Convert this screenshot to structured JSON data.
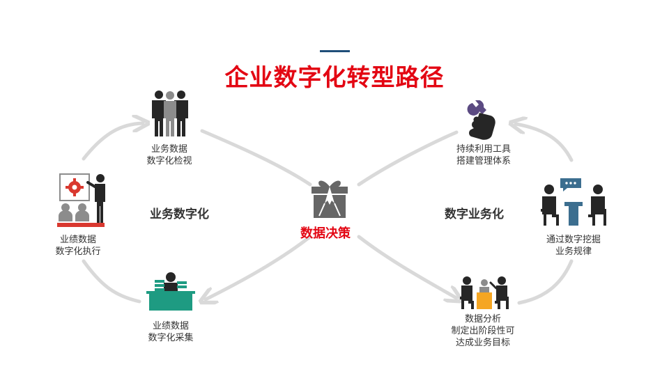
{
  "title": "企业数字化转型路径",
  "center": {
    "label": "数据决策",
    "icon": "gift-box-icon"
  },
  "sections": {
    "left": "业务数字化",
    "right": "数字业务化"
  },
  "nodes": {
    "left_top": {
      "line1": "业务数据",
      "line2": "数字化检视",
      "icon": "team-people-icon"
    },
    "left_middle": {
      "line1": "业绩数据",
      "line2": "数字化执行",
      "icon": "presentation-icon"
    },
    "left_bottom": {
      "line1": "业绩数据",
      "line2": "数字化采集",
      "icon": "desk-worker-icon"
    },
    "right_top": {
      "line1": "持续利用工具",
      "line2": "搭建管理体系",
      "icon": "wrench-hand-icon"
    },
    "right_middle": {
      "line1": "通过数字挖掘",
      "line2": "业务规律",
      "icon": "discussion-icon"
    },
    "right_bottom": {
      "line1": "数据分析",
      "line2": "制定出阶段性可",
      "line3": "达成业务目标",
      "icon": "meeting-icon"
    }
  },
  "colors": {
    "title": "#e30613",
    "accent_bar": "#1f4e79",
    "arc": "#d9d9d9",
    "icon_dark": "#262626",
    "icon_gray": "#8c8c8c",
    "teal": "#1e9b82",
    "red": "#d9382f",
    "orange": "#f5a623",
    "purple": "#5b4a82",
    "steel": "#3c6e8f"
  }
}
